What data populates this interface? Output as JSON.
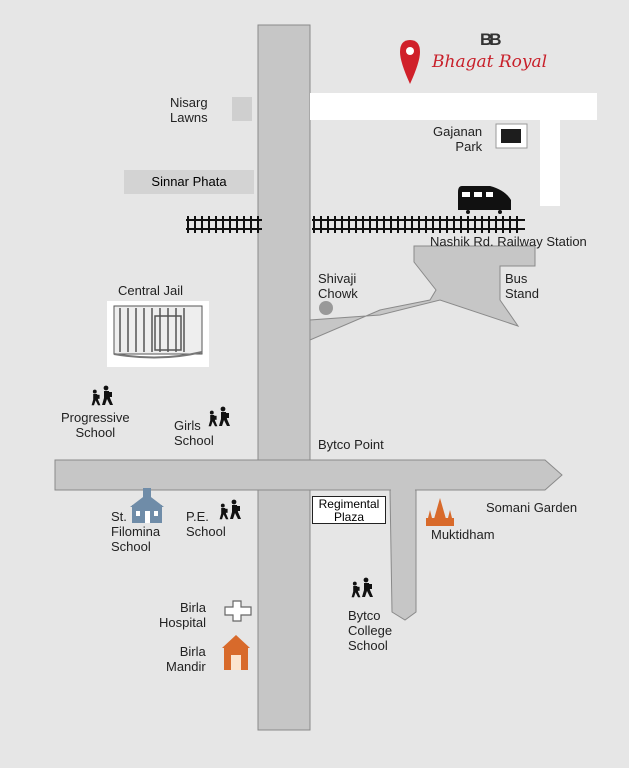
{
  "brand": {
    "mark": "BB",
    "name": "Bhagat Royal"
  },
  "colors": {
    "road": "#c6c6c6",
    "road_stroke": "#8a8a8a",
    "pin": "#d0202a",
    "background": "#e6e6e6"
  },
  "labels": {
    "nisarg_lawns": "Nisarg\nLawns",
    "gajanan_park": "Gajanan\nPark",
    "sinnar_phata": "Sinnar Phata",
    "railway_station": "Nashik Rd. Railway Station",
    "shivaji_chowk": "Shivaji\nChowk",
    "bus_stand": "Bus\nStand",
    "central_jail": "Central Jail",
    "progressive_school": "Progressive\nSchool",
    "girls_school": "Girls\nSchool",
    "bytco_point": "Bytco Point",
    "regimental_plaza": "Regimental\nPlaza",
    "somani_garden": "Somani Garden",
    "muktidham": "Muktidham",
    "st_filomina_school": "St.\nFilomina\nSchool",
    "pe_school": "P.E.\nSchool",
    "birla_hospital": "Birla\nHospital",
    "birla_mandir": "Birla\nMandir",
    "bytco_college_school": "Bytco\nCollege\nSchool"
  },
  "icons": {
    "location": "map-pin-icon",
    "train": "train-icon",
    "school": "school-children-icon",
    "hospital": "hospital-cross-icon",
    "temple": "temple-icon",
    "church": "church-icon",
    "jail": "jail-icon",
    "park": "park-icon"
  }
}
